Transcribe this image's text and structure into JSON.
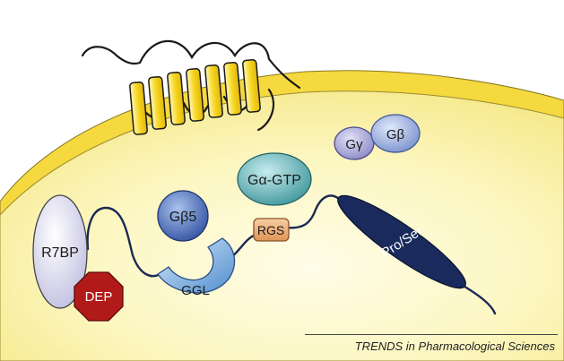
{
  "labels": {
    "r7bp": "R7BP",
    "dep": "DEP",
    "gbeta5": "Gβ5",
    "ggl": "GGL",
    "rgs": "RGS",
    "galpha_gtp": "Gα-GTP",
    "ggamma": "Gγ",
    "gbeta": "Gβ",
    "pro_ser": "Pro/Ser"
  },
  "footer": "TRENDS in Pharmacological Sciences",
  "colors": {
    "cytoplasm": "#fbf4b0",
    "membrane": "#f6dc4a",
    "receptor_helix": "#f2cf1c",
    "r7bp": "#d9d8ef",
    "dep": "#b21a1a",
    "gbeta5": "#3d5fae",
    "ggl": "#6fa3d8",
    "rgs": "#e8a868",
    "galpha": "#3f9aa0",
    "ggamma": "#8d8cc8",
    "gbeta": "#7f97cf",
    "pro_ser": "#1a2a5c",
    "linker": "#1b2a55"
  }
}
